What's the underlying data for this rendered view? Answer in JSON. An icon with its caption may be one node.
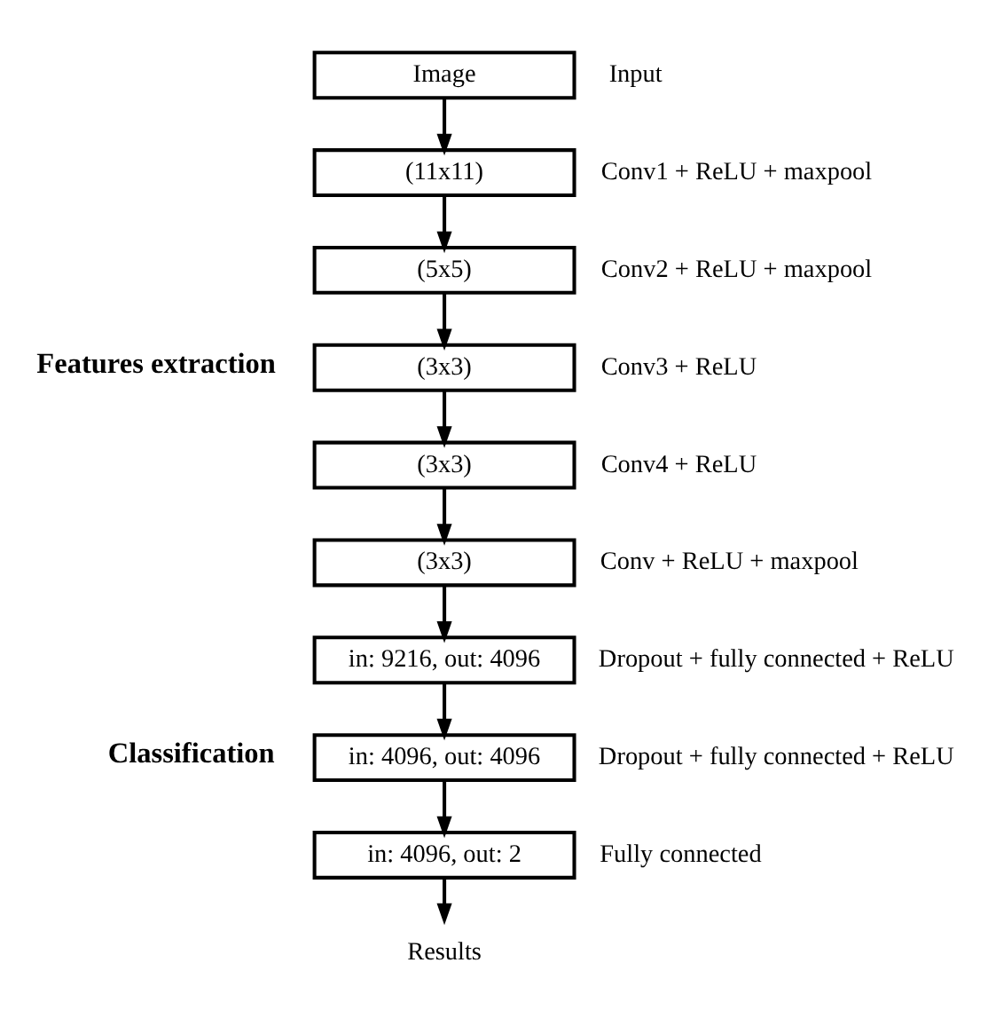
{
  "diagram": {
    "nodes": [
      {
        "text": [
          "Image"
        ],
        "beside": [
          "Input"
        ]
      },
      {
        "text": [
          "(11x11)"
        ],
        "beside": [
          "Conv1 + ReLU + maxpool"
        ]
      },
      {
        "text": [
          "(5x5)"
        ],
        "beside": [
          "Conv2 + ReLU + maxpool"
        ]
      },
      {
        "text": [
          "(3x3)"
        ],
        "beside": [
          "Conv3 + ReLU"
        ]
      },
      {
        "text": [
          "(3x3)"
        ],
        "beside": [
          "Conv4 + ReLU"
        ]
      },
      {
        "text": [
          "(3x3)"
        ],
        "beside": [
          "Conv + ReLU + maxpool"
        ]
      },
      {
        "text": [
          "in: 9216, out: 4096"
        ],
        "beside": [
          "Dropout + fully connected + ReLU"
        ]
      },
      {
        "text": [
          "in: 4096, out: 4096"
        ],
        "beside": [
          "Dropout + fully connected + ReLU"
        ]
      },
      {
        "text": [
          "in: 4096, out: 2"
        ],
        "beside": [
          "Fully connected"
        ]
      },
      {
        "text": [
          "Results"
        ]
      }
    ],
    "edges": [
      {
        "from": 0,
        "to": 1,
        "arrow": "to"
      },
      {
        "from": 1,
        "to": 2,
        "arrow": "to"
      },
      {
        "from": 2,
        "to": 3,
        "arrow": "to"
      },
      {
        "from": 3,
        "to": 4,
        "arrow": "to"
      },
      {
        "from": 4,
        "to": 5,
        "arrow": "to"
      },
      {
        "from": 5,
        "to": 6,
        "arrow": "to"
      },
      {
        "from": 6,
        "to": 7,
        "arrow": "to"
      },
      {
        "from": 7,
        "to": 8,
        "arrow": "to"
      },
      {
        "from": 8,
        "to": 9,
        "arrow": "to"
      }
    ],
    "labels": [
      "Features extraction",
      "Classification"
    ]
  }
}
